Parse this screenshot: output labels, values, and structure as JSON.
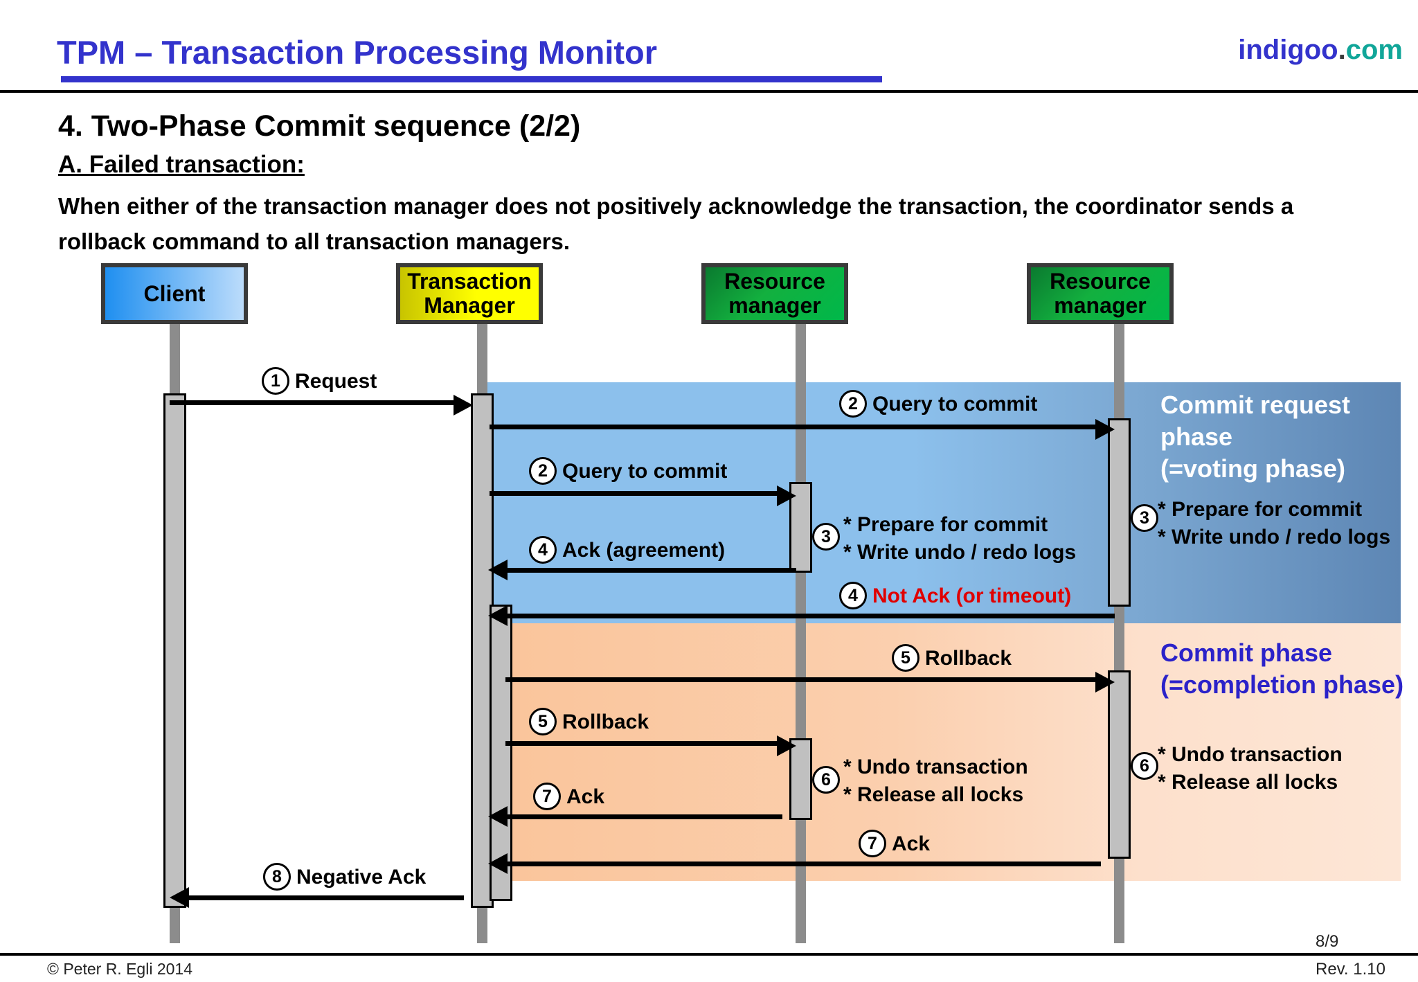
{
  "header": {
    "title": "TPM – Transaction Processing Monitor",
    "brand_1": "indigoo",
    "brand_dot": ".",
    "brand_2": "com",
    "brand_color_1": "#3333cc",
    "brand_color_2": "#11a699",
    "title_color": "#3333cc"
  },
  "content": {
    "section_title": "4. Two-Phase Commit sequence (2/2)",
    "subsection_title": "A. Failed transaction:",
    "paragraph": "When either of the transaction manager does not positively acknowledge the transaction, the coordinator sends a rollback command to all transaction managers."
  },
  "diagram": {
    "participants": [
      {
        "id": "client",
        "label": "Client",
        "color": "#1f8ff0"
      },
      {
        "id": "tm",
        "label": "Transaction\nManager",
        "color": "#ffff00"
      },
      {
        "id": "rm1",
        "label": "Resource\nmanager",
        "color": "#00b84a"
      },
      {
        "id": "rm2",
        "label": "Resource\nmanager",
        "color": "#00b84a"
      }
    ],
    "phases": [
      {
        "id": "commit-request",
        "caption": "Commit request\nphase\n(=voting phase)",
        "color": "#5d86b4",
        "text_color": "#ffffff"
      },
      {
        "id": "commit",
        "caption": "Commit phase\n(=completion phase)",
        "color": "#fac49a",
        "text_color": "#2b22c9"
      }
    ],
    "messages": [
      {
        "step": "1",
        "label": "Request",
        "from": "client",
        "to": "tm",
        "direction": "right"
      },
      {
        "step": "2",
        "label": "Query to commit",
        "from": "tm",
        "to": "rm2",
        "direction": "right"
      },
      {
        "step": "2",
        "label": "Query to commit",
        "from": "tm",
        "to": "rm1",
        "direction": "right"
      },
      {
        "step": "4",
        "label": "Ack (agreement)",
        "from": "rm1",
        "to": "tm",
        "direction": "left"
      },
      {
        "step": "4",
        "label": "Not Ack (or timeout)",
        "from": "rm2",
        "to": "tm",
        "direction": "left",
        "color": "#e00000"
      },
      {
        "step": "5",
        "label": "Rollback",
        "from": "tm",
        "to": "rm2",
        "direction": "right"
      },
      {
        "step": "5",
        "label": "Rollback",
        "from": "tm",
        "to": "rm1",
        "direction": "right"
      },
      {
        "step": "7",
        "label": "Ack",
        "from": "rm1",
        "to": "tm",
        "direction": "left"
      },
      {
        "step": "7",
        "label": "Ack",
        "from": "rm2",
        "to": "tm",
        "direction": "left"
      },
      {
        "step": "8",
        "label": "Negative Ack",
        "from": "tm",
        "to": "client",
        "direction": "left"
      }
    ],
    "activities": [
      {
        "step": "3",
        "label": "* Prepare for commit\n* Write undo / redo logs",
        "on": "rm1"
      },
      {
        "step": "3",
        "label": "* Prepare for commit\n* Write undo / redo logs",
        "on": "rm2"
      },
      {
        "step": "6",
        "label": "* Undo transaction\n* Release all locks",
        "on": "rm1"
      },
      {
        "step": "6",
        "label": "* Undo transaction\n* Release all locks",
        "on": "rm2"
      }
    ]
  },
  "footer": {
    "copyright": "© Peter R. Egli 2014",
    "page": "8/9",
    "revision": "Rev. 1.10"
  }
}
